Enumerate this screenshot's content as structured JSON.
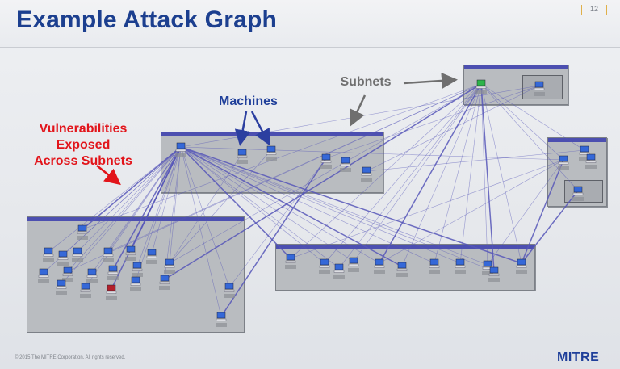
{
  "slide": {
    "title": "Example Attack Graph",
    "page_number": "12",
    "footer": "© 2015 The MITRE Corporation. All rights reserved.",
    "logo_text": "MITRE"
  },
  "callouts": {
    "vulnerabilities": [
      "Vulnerabilities",
      "Exposed",
      "Across Subnets"
    ],
    "machines": "Machines",
    "subnets": "Subnets"
  },
  "colors": {
    "title": "#1c3f8f",
    "red_callout": "#e2141a",
    "blue_callout": "#1f3f9a",
    "gray_callout": "#6f6f6f",
    "edge": "#5656b8",
    "panel": "#b9bcc0",
    "panel_bar": "#4c4fb0",
    "machine": "#3568d8",
    "machine_compromised": "#b3202b",
    "machine_green": "#2db44a"
  },
  "icons": {
    "machine": "computer-icon",
    "arrow": "arrow-icon"
  }
}
